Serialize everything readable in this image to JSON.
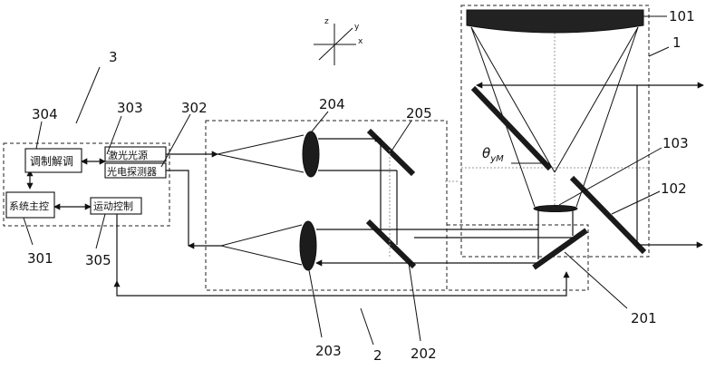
{
  "reference_numerals": {
    "primary_mirror": "101",
    "fold_mirror_right": "102",
    "secondary_lens": "103",
    "telescope_unit": "1",
    "ref_201": "201",
    "ref_202": "202",
    "ref_203": "203",
    "ref_204": "204",
    "ref_205": "205",
    "optical_unit": "2",
    "control_unit": "3",
    "ref_301": "301",
    "ref_302": "302",
    "ref_303": "303",
    "ref_304": "304",
    "ref_305": "305"
  },
  "blocks": {
    "modem": "调制解调",
    "laser_source": "激光光源",
    "photodetector": "光电探测器",
    "system_master": "系统主控",
    "motion_control": "运动控制"
  },
  "angle_label": {
    "theta": "θ",
    "subscript": "yM"
  },
  "axes": {
    "z": "z",
    "y": "y",
    "x": "x"
  }
}
